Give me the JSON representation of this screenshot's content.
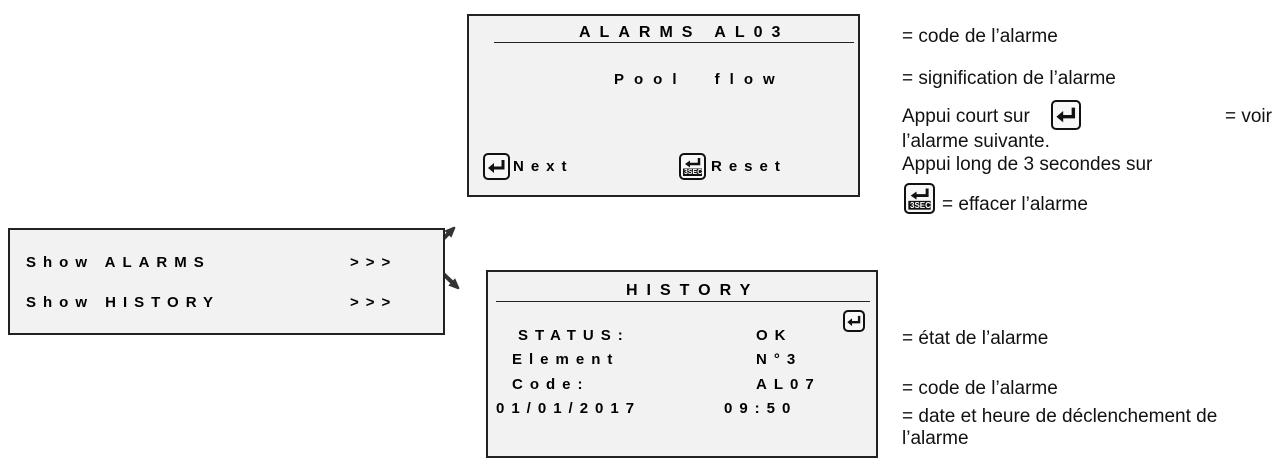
{
  "menu": {
    "alarms_label": "Show ALARMS",
    "alarms_arrow": ">>>",
    "history_label": "Show HISTORY",
    "history_arrow": ">>>"
  },
  "alarms_screen": {
    "title": "ALARMS AL03",
    "message": "Pool flow",
    "next_label": "Next",
    "reset_label": "Reset",
    "enter_icon": "enter-key-icon",
    "reset_icon": "enter-3sec-key-icon",
    "reset_icon_text": "3SEC"
  },
  "history_screen": {
    "title": "HISTORY",
    "status_label": "STATUS:",
    "status_value": "OK",
    "element_label": "Element",
    "element_value": "N°3",
    "code_label": "Code:",
    "code_value": "AL07",
    "date": "01/01/2017",
    "time": "09:50",
    "enter_icon": "enter-key-icon"
  },
  "annotations": {
    "alarm_code": "= code de l’alarme",
    "alarm_meaning": "= signification de l’alarme",
    "short_press_prefix": "Appui court sur",
    "short_press_suffix": "= voir",
    "short_press_rest": "l’alarme suivante.",
    "long_press_line": "Appui long de 3 secondes sur",
    "long_press_action": "= effacer l’alarme",
    "alarm_state": "= état de l’alarme",
    "history_code": "= code de l’alarme",
    "trigger_datetime": "= date et heure de déclenchement de l’alarme"
  }
}
